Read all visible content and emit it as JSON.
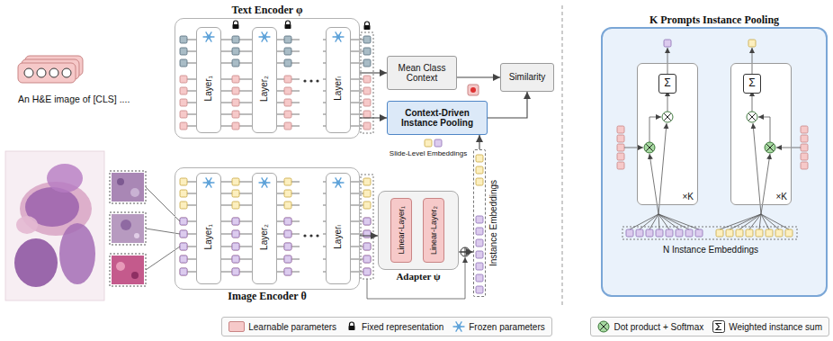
{
  "diagram": {
    "nodes": [
      {
        "text": [
          "Text Encoder φ"
        ]
      },
      {
        "text": [
          "Layer₁"
        ],
        "in": 0
      },
      {
        "text": [
          "Layer₂"
        ],
        "in": 0
      },
      {
        "text": [
          "Layerₗ"
        ],
        "in": 0
      },
      {
        "text": [
          "An H&E image of [CLS] ...."
        ]
      },
      {
        "text": [
          "Mean Class Context"
        ]
      },
      {
        "text": [
          "Similarity"
        ]
      },
      {
        "text": [
          "Context-Driven Instance Pooling"
        ]
      },
      {
        "text": [
          "Image Encoder θ"
        ]
      },
      {
        "text": [
          "Layer₁"
        ],
        "in": 8
      },
      {
        "text": [
          "Layer₂"
        ],
        "in": 8
      },
      {
        "text": [
          "Layerₗ"
        ],
        "in": 8
      },
      {
        "text": [
          "Adapter ψ"
        ]
      },
      {
        "text": [
          "Linear-Layer₁"
        ],
        "in": 12
      },
      {
        "text": [
          "Linear-Layer₂"
        ],
        "in": 12
      },
      {
        "text": [
          "Instance Embeddings"
        ]
      },
      {
        "text": [
          "K Prompts Instance Pooling"
        ]
      },
      {
        "text": [
          "×K"
        ],
        "in": 16
      },
      {
        "text": [
          "Σ"
        ],
        "in": 17
      },
      {
        "text": [
          "×K"
        ],
        "in": 16
      },
      {
        "text": [
          "Σ"
        ],
        "in": 19
      }
    ],
    "edges": [
      {
        "from": 0,
        "to": 5,
        "arrow": "to"
      },
      {
        "from": 0,
        "to": 7,
        "arrow": "to"
      },
      {
        "from": 5,
        "to": 6,
        "arrow": "to"
      },
      {
        "from": 7,
        "to": 6,
        "arrow": "to"
      },
      {
        "from": 8,
        "to": 12,
        "arrow": "to"
      },
      {
        "from": 12,
        "to": 15,
        "arrow": "to"
      },
      {
        "from": 15,
        "to": 7,
        "arrow": "to"
      }
    ],
    "labels": [
      "Slide-Level Embeddings",
      "N Instance Embeddings"
    ],
    "legend": [
      {
        "text": "Learnable parameters",
        "color": "#f6c9c9"
      },
      {
        "text": "Fixed representation"
      },
      {
        "text": "Frozen parameters"
      },
      {
        "text": "Dot product + Softmax"
      },
      {
        "text": "Weighted instance sum"
      }
    ]
  }
}
